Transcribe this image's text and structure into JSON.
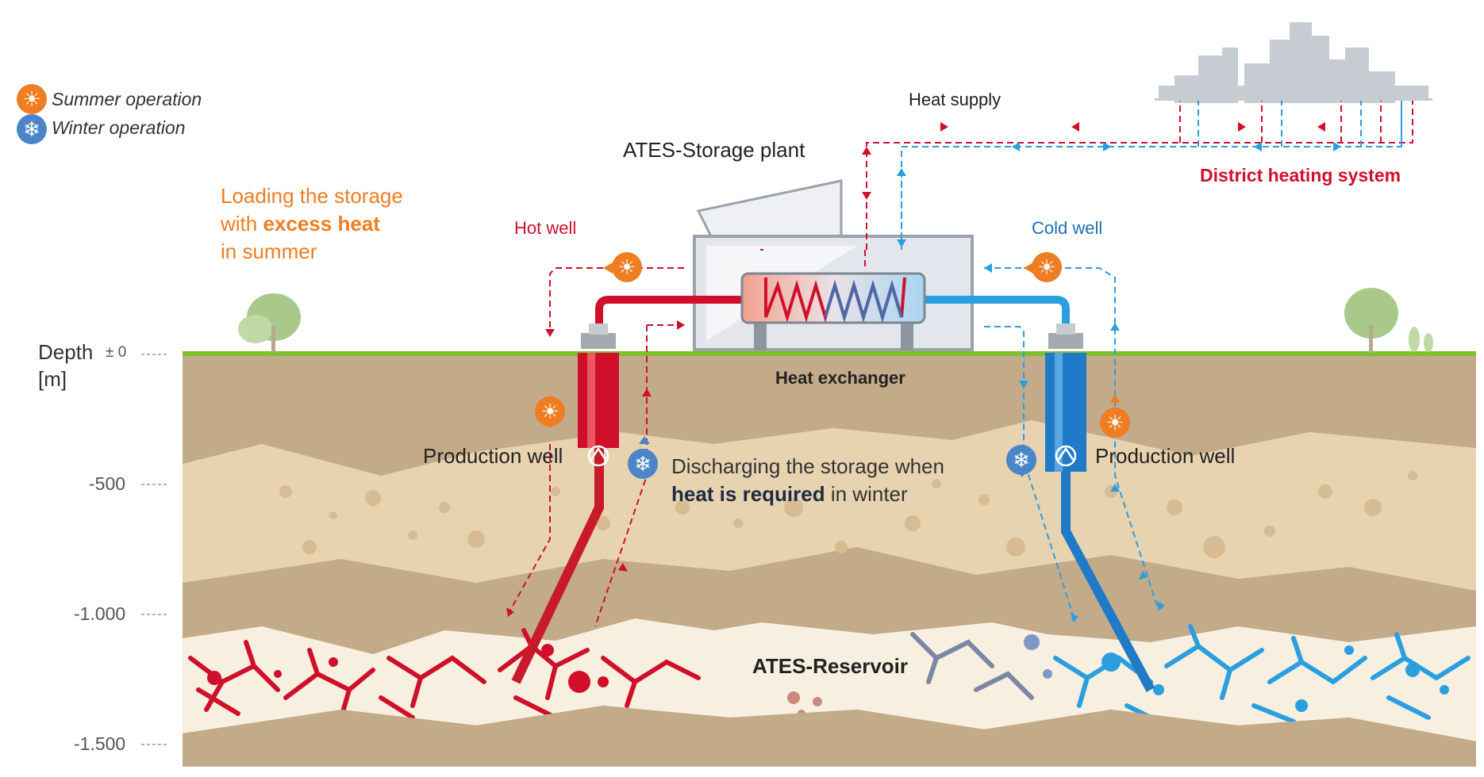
{
  "legend": {
    "summer_label": "Summer operation",
    "winter_label": "Winter operation",
    "summer_icon": "sun-icon",
    "winter_icon": "snowflake-icon"
  },
  "labels": {
    "loading_line1": "Loading the storage",
    "loading_line2_pre": "with ",
    "loading_line2_bold": "excess heat",
    "loading_line3": "in summer",
    "discharging_line1": "Discharging the storage when",
    "discharging_line2_bold": "heat is required",
    "discharging_line2_post": " in winter",
    "plant": "ATES-Storage plant",
    "heat_supply": "Heat supply",
    "district_heating": "District heating system",
    "hot_well": "Hot well",
    "cold_well": "Cold well",
    "heat_exchanger": "Heat exchanger",
    "production_well_left": "Production well",
    "production_well_right": "Production well",
    "reservoir": "ATES-Reservoir"
  },
  "depth_axis": {
    "title_line1": "Depth",
    "title_line2": "[m]",
    "ticks": [
      "± 0",
      "-500",
      "-1.000",
      "-1.500"
    ]
  },
  "colors": {
    "hot": "#d0102a",
    "cold": "#2a9fe0",
    "summer": "#ef7d22",
    "winter": "#4a85c8",
    "ground": "#c3ab89",
    "sand": "#e8d3b0",
    "reservoir": "#f7efdf",
    "grass": "#7cc02b"
  }
}
